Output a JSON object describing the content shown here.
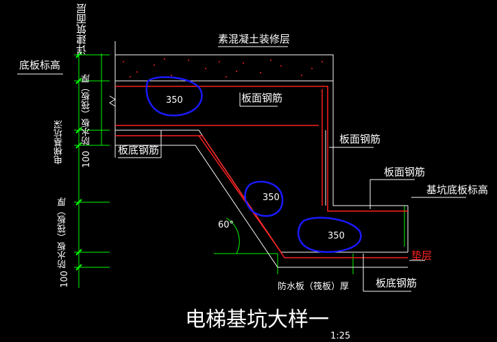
{
  "title": "电梯基坑大样一",
  "scale": "1:25",
  "labels": {
    "finish_layer": "素混凝土装修层",
    "building_floor": "详建筑面层",
    "bottom_slab_level": "底板标高",
    "waterproof_thickness_1": "防水板（筏板）厚",
    "pit_depth": "电梯基坑深",
    "waterproof_thickness_2": "防水板（筏板）厚",
    "dim_100_top": "100",
    "dim_100_bottom": "100",
    "top_rebar_1": "板面钢筋",
    "top_rebar_2": "板面钢筋",
    "top_rebar_3": "板面钢筋",
    "bottom_rebar_1": "板底钢筋",
    "bottom_rebar_2": "板底钢筋",
    "pit_bottom_level": "基坑底板标高",
    "cushion": "垫层",
    "waterproof_thickness_3": "防水板（筏板）厚",
    "angle": "60°",
    "dim_350_1": "350",
    "dim_350_2": "350",
    "dim_350_3": "350"
  },
  "colors": {
    "background": "#000000",
    "concrete_outline": "#ffffff",
    "rebar": "#ff2020",
    "dimension": "#00ff00",
    "markup": "#1a1aff",
    "cushion_text": "#ff2020"
  }
}
